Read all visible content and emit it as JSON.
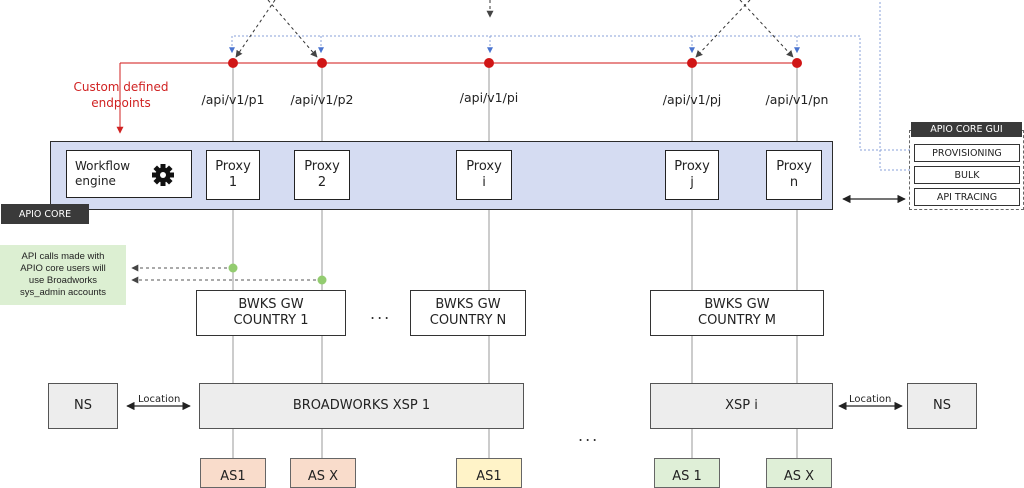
{
  "colors": {
    "core_fill": "#d5dcf2",
    "endpoint_dot": "#d01515",
    "red_text": "#d02222",
    "green_note": "#dcefd2",
    "green_dot": "#93cc70",
    "as_orange": "#f9dccb",
    "as_yellow": "#fff3c8",
    "as_green": "#dfefd7",
    "dashed_blue": "#8aa2d8",
    "tag_dark": "#3a3a3a"
  },
  "endpoints": [
    {
      "path": "/api/v1/p1"
    },
    {
      "path": "/api/v1/p2"
    },
    {
      "path": "/api/v1/pi"
    },
    {
      "path": "/api/v1/pj"
    },
    {
      "path": "/api/v1/pn"
    }
  ],
  "custom_endpoints_label": "Custom defined\nendpoints",
  "apio_core": {
    "tag": "APIO  CORE",
    "workflow": {
      "label": "Workflow\nengine",
      "icon": "gear-icon"
    },
    "proxies": [
      {
        "label": "Proxy\n1"
      },
      {
        "label": "Proxy\n2"
      },
      {
        "label": "Proxy\ni"
      },
      {
        "label": "Proxy\nj"
      },
      {
        "label": "Proxy\nn"
      }
    ]
  },
  "gui": {
    "title": "APIO  CORE GUI",
    "items": [
      "PROVISIONING",
      "BULK",
      "API TRACING"
    ]
  },
  "note": "API calls made with\nAPIO core users will\nuse Broadworks\nsys_admin accounts",
  "gateways": [
    {
      "label": "BWKS GW\nCOUNTRY 1"
    },
    {
      "label": "BWKS GW\nCOUNTRY N"
    },
    {
      "label": "BWKS GW\nCOUNTRY M"
    }
  ],
  "gateway_ellipsis": "...",
  "xsp": {
    "left": "BROADWORKS XSP 1",
    "right": "XSP i",
    "ellipsis": "..."
  },
  "ns": {
    "left": "NS",
    "right": "NS"
  },
  "location_label": "Location",
  "as_boxes": [
    "AS1",
    "AS X",
    "AS1",
    "AS 1",
    "AS X"
  ]
}
